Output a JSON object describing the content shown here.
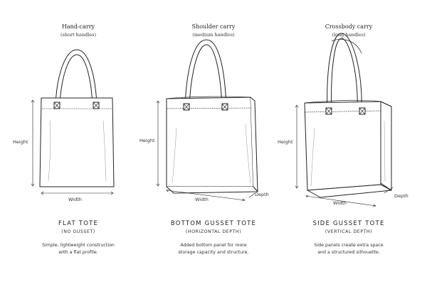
{
  "columns": [
    {
      "carry_title": "Hand-carry",
      "carry_sub": "(short handles)",
      "type_name": "FLAT TOTE",
      "type_sub": "(NO GUSSET)",
      "desc_line1": "Simple, lightweight construction",
      "desc_line2": "with a flat profile.",
      "height_label": "Height",
      "width_label": "Width"
    },
    {
      "carry_title": "Shoulder carry",
      "carry_sub": "(medium handles)",
      "type_name": "BOTTOM GUSSET TOTE",
      "type_sub": "(HORIZONTAL DEPTH)",
      "desc_line1": "Added bottom panel for more",
      "desc_line2": "storage capacity and structure.",
      "height_label": "Height",
      "width_label": "Width",
      "depth_label": "Depth"
    },
    {
      "carry_title": "Crossbody carry",
      "carry_sub": "(long handles)",
      "type_name": "SIDE GUSSET TOTE",
      "type_sub": "(VERTICAL DEPTH)",
      "desc_line1": "Side panels create extra space",
      "desc_line2": "and a structured silhouette.",
      "height_label": "Height",
      "width_label": "Width",
      "depth_label": "Depth"
    }
  ]
}
